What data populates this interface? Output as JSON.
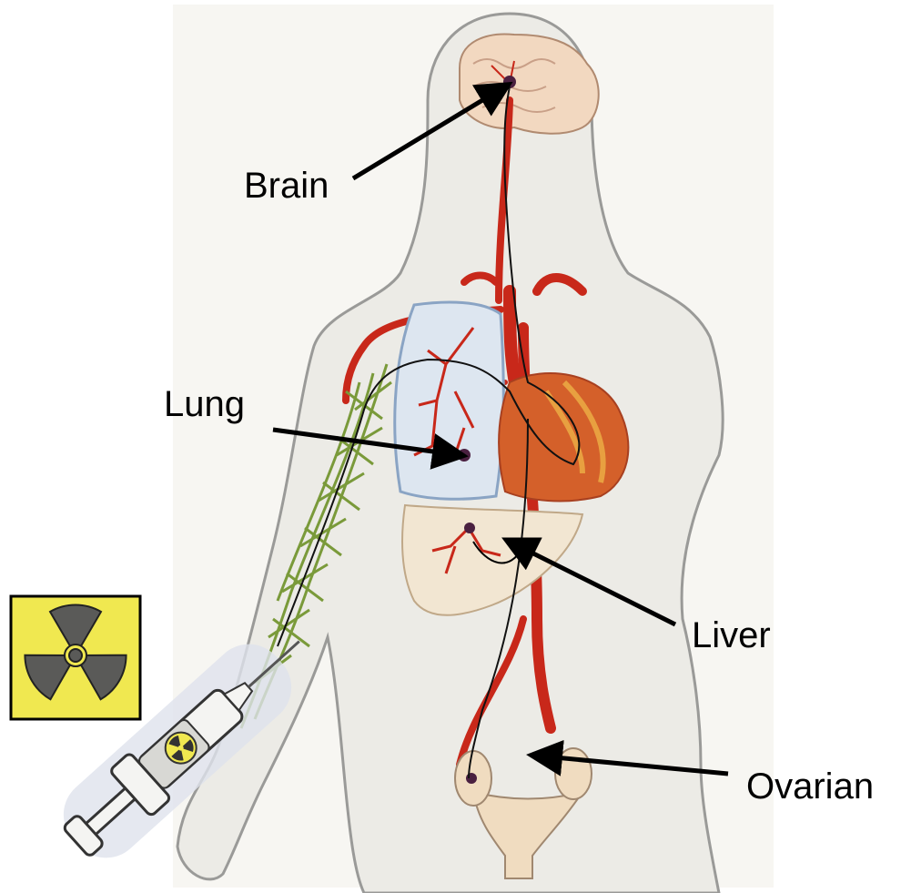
{
  "labels": {
    "brain": "Brain",
    "lung": "Lung",
    "liver": "Liver",
    "ovarian": "Ovarian"
  },
  "icons": {
    "radiation": "radiation-hazard-icon",
    "syringe": "syringe-icon"
  },
  "colors": {
    "skin": "#ecebe6",
    "outline": "#9a9a98",
    "artery": "#c8281a",
    "lymph": "#7a9a3a",
    "lung_fill": "#dde6f0",
    "lung_outline": "#8aa4c4",
    "heart": "#d4602a",
    "liver": "#f2e6d2",
    "radiation_bg": "#f0e850",
    "arrow": "#000000"
  }
}
